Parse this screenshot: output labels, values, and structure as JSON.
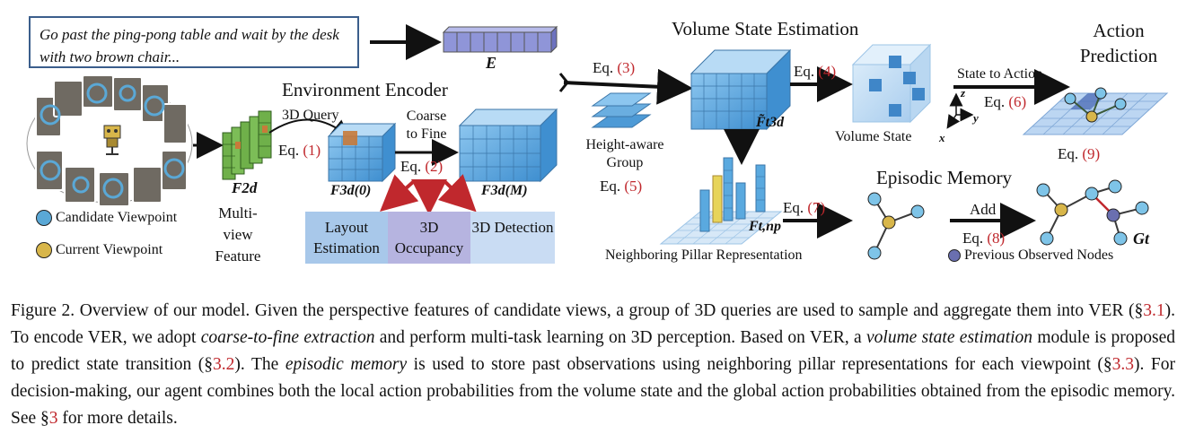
{
  "figure": {
    "instruction": "Go past the ping-pong table and wait by the desk with two brown chair...",
    "instruction_embedding": "E",
    "titles": {
      "environment_encoder": "Environment Encoder",
      "volume_state_estimation": "Volume State Estimation",
      "action_prediction": "Action Prediction",
      "episodic_memory": "Episodic Memory"
    },
    "labels": {
      "query": "3D Query",
      "coarse_to_fine": "Coarse to Fine",
      "multi_view_feature": "Multi-view Feature",
      "f2d": "F2d",
      "f3d0": "F3d(0)",
      "f3dM": "F3d(M)",
      "ft3d": "F̃t3d",
      "ftn_p": "Ft,np",
      "gt": "Gt",
      "height_aware_group": "Height-aware Group",
      "volume_state": "Volume State",
      "state_to_action": "State to Action",
      "neighboring_pillar": "Neighboring Pillar Representation",
      "add": "Add",
      "axis_x": "x",
      "axis_y": "y",
      "axis_z": "z"
    },
    "equations": {
      "eq1": "(1)",
      "eq2": "(2)",
      "eq3": "(3)",
      "eq4": "(4)",
      "eq5": "(5)",
      "eq6": "(6)",
      "eq7": "(7)",
      "eq8": "(8)",
      "eq9": "(9)",
      "prefix": "Eq. "
    },
    "tasks": {
      "layout": "Layout Estimation",
      "occupancy": "3D Occupancy",
      "detection": "3D Detection"
    },
    "legend": {
      "candidate": "Candidate Viewpoint",
      "current": "Current Viewpoint",
      "previous": "Previous Observed Nodes"
    },
    "colors": {
      "candidate": "#5aa8d6",
      "current": "#d8b64a",
      "previous": "#6a6fb0",
      "feature_green": "#6fb04a",
      "voxel_blue": "#5aa9df",
      "task_blue": "#a8c8ea",
      "task_purple": "#b6b4e0",
      "arrow_red": "#c0282d",
      "frame_border": "#3b5e8c"
    }
  },
  "caption": {
    "label": "Figure 2.",
    "parts": [
      {
        "text": " Overview of our model. Given the perspective features of candidate views, a group of 3D queries are used to sample and aggregate them into VER (§",
        "style": "normal"
      },
      {
        "text": "3.1",
        "style": "red"
      },
      {
        "text": "). To encode VER, we adopt ",
        "style": "normal"
      },
      {
        "text": "coarse-to-fine extraction",
        "style": "italic"
      },
      {
        "text": " and perform multi-task learning on 3D perception. Based on VER, a ",
        "style": "normal"
      },
      {
        "text": "volume state estimation",
        "style": "italic"
      },
      {
        "text": " module is proposed to predict state transition (§",
        "style": "normal"
      },
      {
        "text": "3.2",
        "style": "red"
      },
      {
        "text": "). The ",
        "style": "normal"
      },
      {
        "text": "episodic memory",
        "style": "italic"
      },
      {
        "text": " is used to store past observations using neighboring pillar representations for each viewpoint (§",
        "style": "normal"
      },
      {
        "text": "3.3",
        "style": "red"
      },
      {
        "text": "). For decision-making, our agent combines both the local action probabilities from the volume state and the global action probabilities obtained from the episodic memory. See §",
        "style": "normal"
      },
      {
        "text": "3",
        "style": "red"
      },
      {
        "text": " for more details.",
        "style": "normal"
      }
    ]
  }
}
